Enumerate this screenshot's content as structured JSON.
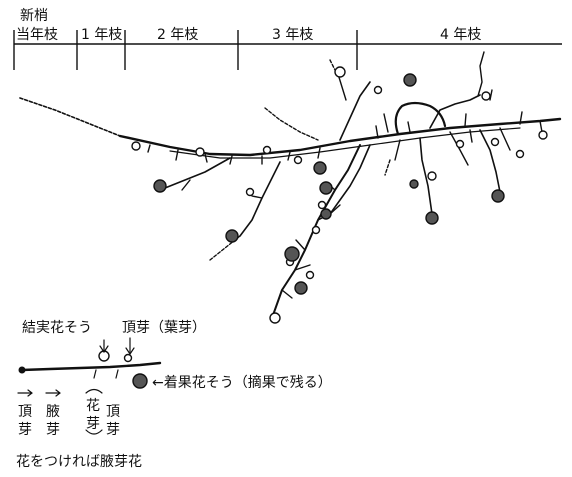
{
  "age_scale": {
    "new_shoot_line1": "新梢",
    "new_shoot_line2": "当年枝",
    "year1": "1 年枝",
    "year2": "2 年枝",
    "year3": "3 年枝",
    "year4": "4 年枝"
  },
  "legend": {
    "fruiting_spur": "結実花そう",
    "terminal_bud_leaf": "頂芽（葉芽）",
    "fruit_set_spur": "←着果花そう（摘果で残る）",
    "terminal_col_line1": "頂",
    "terminal_col_line2": "芽",
    "axillary_col_line1": "腋",
    "axillary_col_line2": "芽",
    "flower_bud_line1": "花",
    "flower_bud_line2": "芽",
    "terminal_col2_line1": "頂",
    "terminal_col2_line2": "芽"
  },
  "footer_note": "花をつければ腋芽花"
}
